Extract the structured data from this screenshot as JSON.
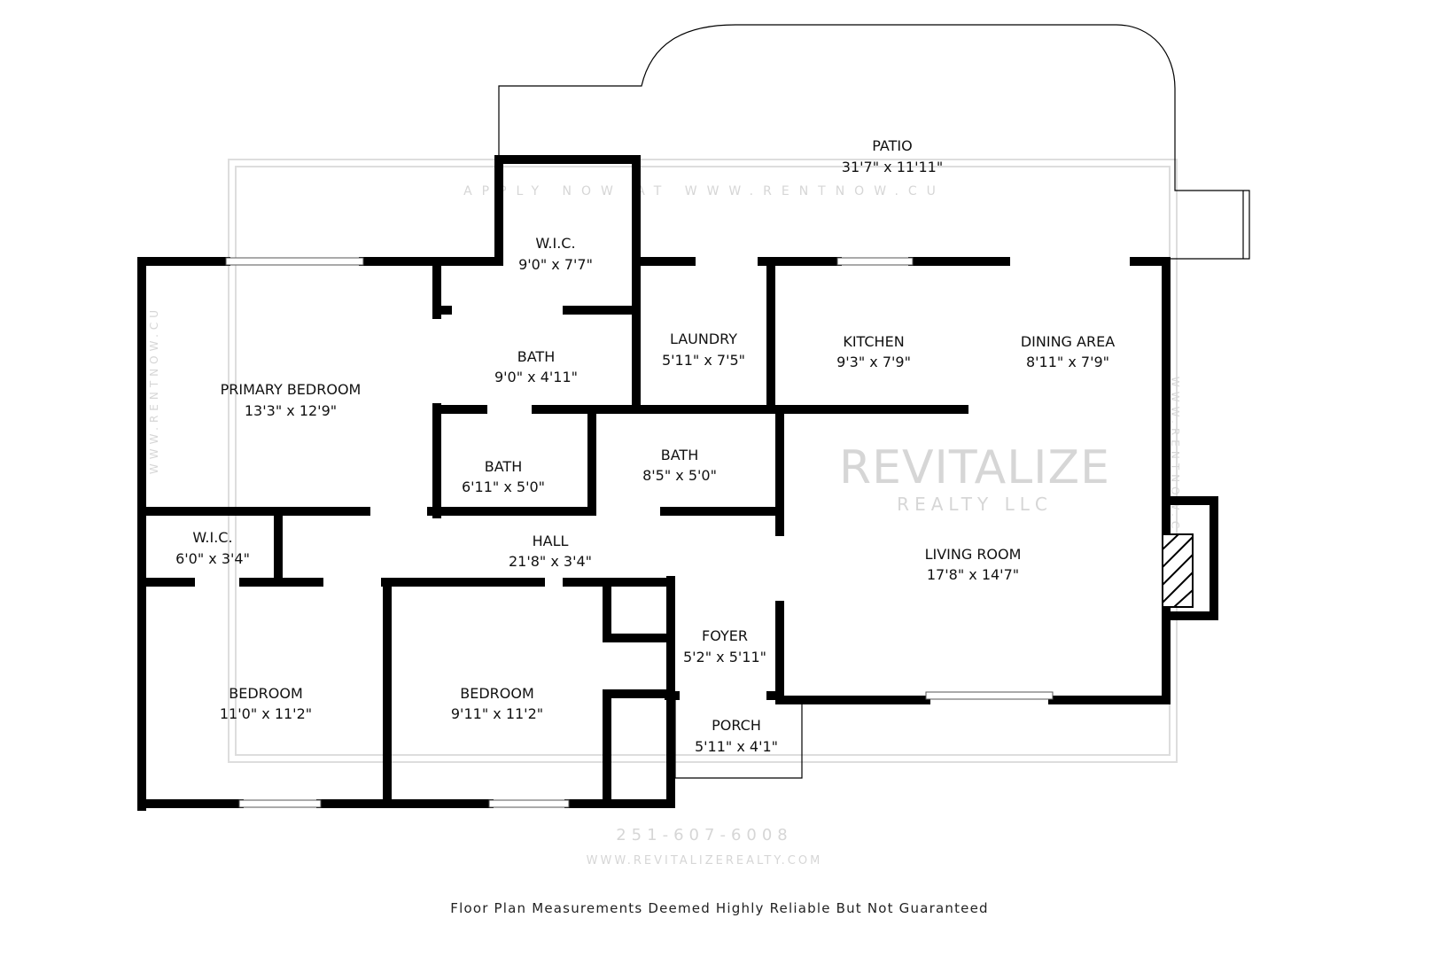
{
  "watermark": {
    "brand": "REVITALIZE",
    "brand_sub": "REALTY LLC",
    "apply": "APPLY NOW AT WWW.RENTNOW.CU",
    "side": "WWW.RENTNOW.CU",
    "phone": "251-607-6008",
    "website": "WWW.REVITALIZEREALTY.COM"
  },
  "rooms": [
    {
      "name": "PATIO",
      "size": "31'7\" x 11'11\""
    },
    {
      "name": "W.I.C.",
      "size": "9'0\" x 7'7\""
    },
    {
      "name": "BATH",
      "size": "9'0\" x 4'11\""
    },
    {
      "name": "LAUNDRY",
      "size": "5'11\" x 7'5\""
    },
    {
      "name": "KITCHEN",
      "size": "9'3\" x 7'9\""
    },
    {
      "name": "DINING AREA",
      "size": "8'11\" x 7'9\""
    },
    {
      "name": "PRIMARY BEDROOM",
      "size": "13'3\" x 12'9\""
    },
    {
      "name": "BATH",
      "size": "6'11\" x 5'0\""
    },
    {
      "name": "BATH",
      "size": "8'5\" x 5'0\""
    },
    {
      "name": "W.I.C.",
      "size": "6'0\" x 3'4\""
    },
    {
      "name": "HALL",
      "size": "21'8\" x 3'4\""
    },
    {
      "name": "LIVING ROOM",
      "size": "17'8\" x 14'7\""
    },
    {
      "name": "FOYER",
      "size": "5'2\" x 5'11\""
    },
    {
      "name": "BEDROOM",
      "size": "11'0\" x 11'2\""
    },
    {
      "name": "BEDROOM",
      "size": "9'11\" x 11'2\""
    },
    {
      "name": "PORCH",
      "size": "5'11\" x 4'1\""
    }
  ],
  "footer": "Floor Plan Measurements Deemed Highly Reliable But Not Guaranteed"
}
